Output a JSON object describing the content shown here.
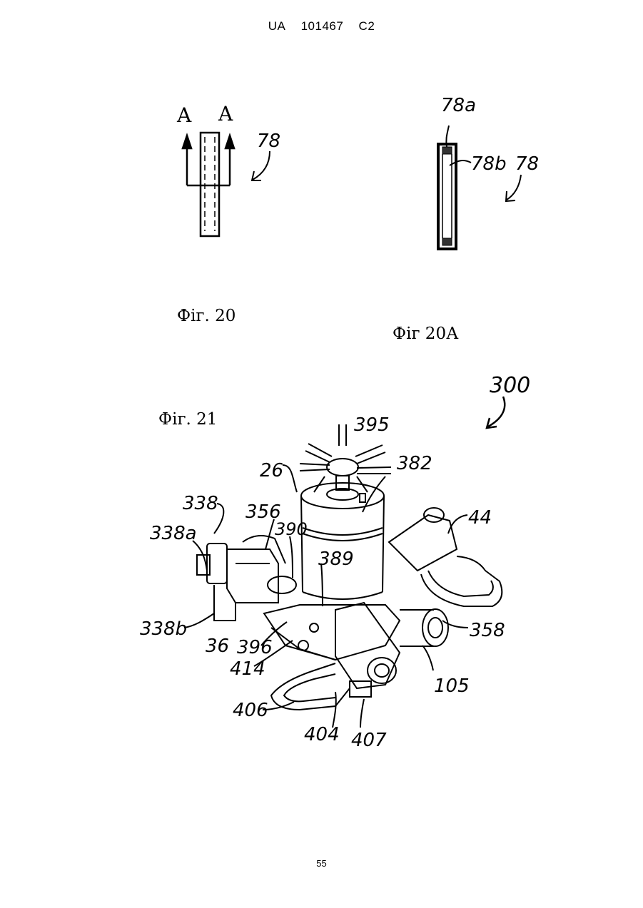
{
  "header": {
    "country": "UA",
    "number": "101467",
    "kind": "C2"
  },
  "figures": {
    "fig20": {
      "caption": "Фіг. 20",
      "section_labels": [
        "A",
        "A"
      ],
      "ref": "78"
    },
    "fig20a": {
      "caption": "Фіг 20А",
      "refs": [
        "78a",
        "78b",
        "78"
      ]
    },
    "fig21": {
      "caption": "Фіг. 21",
      "refs": {
        "assembly": "300",
        "r395": "395",
        "r382": "382",
        "r26": "26",
        "r44": "44",
        "r338": "338",
        "r356": "356",
        "r338a": "338a",
        "r390": "390",
        "r389": "389",
        "r338b": "338b",
        "r36": "36",
        "r396": "396",
        "r358": "358",
        "r414": "414",
        "r105": "105",
        "r406": "406",
        "r404": "404",
        "r407": "407"
      }
    }
  },
  "page_number": "55"
}
